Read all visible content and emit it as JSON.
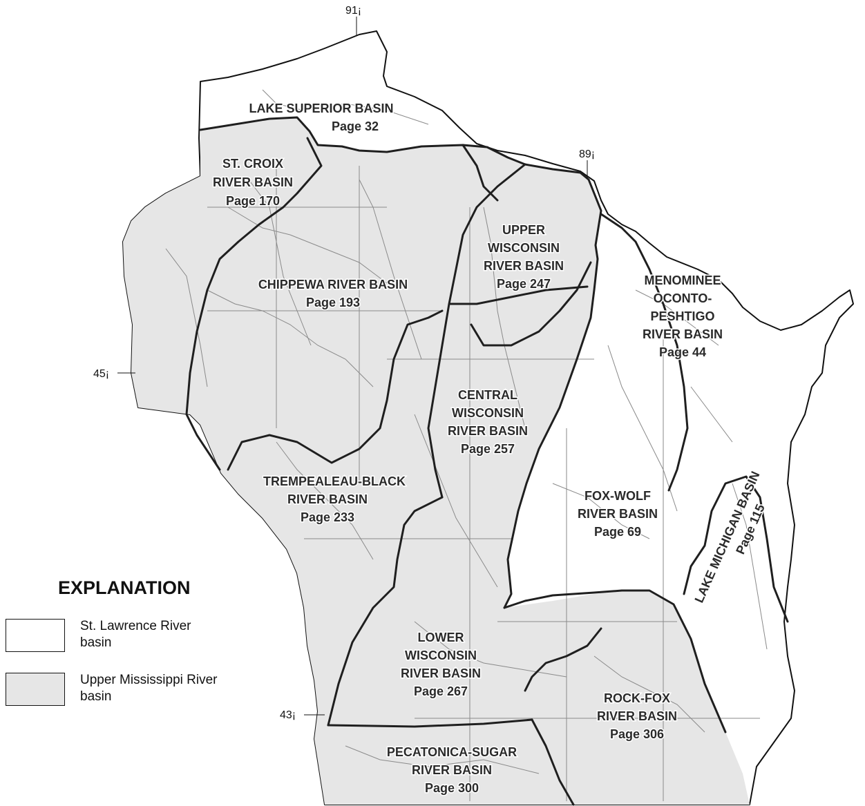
{
  "colors": {
    "st_lawrence": "#ffffff",
    "upper_mississippi": "#e6e6e6",
    "boundary": "#1f1f1f",
    "rivers": "#8a8a8a"
  },
  "coordinates": {
    "lon91": "91¡",
    "lon89": "89¡",
    "lat45": "45¡",
    "lat43": "43¡"
  },
  "basins": {
    "lake_superior": {
      "l1": "LAKE SUPERIOR  BASIN",
      "l2": "Page 32"
    },
    "st_croix": {
      "l1": "ST. CROIX",
      "l2": "RIVER BASIN",
      "l3": "Page 170"
    },
    "upper_wisconsin": {
      "l1": "UPPER",
      "l2": "WISCONSIN",
      "l3": "RIVER BASIN",
      "l4": "Page 247"
    },
    "chippewa": {
      "l1": "CHIPPEWA RIVER BASIN",
      "l2": "Page 193"
    },
    "menominee": {
      "l1": "MENOMINEE",
      "l2": "OCONTO-",
      "l3": "PESHTIGO",
      "l4": "RIVER BASIN",
      "l5": "Page 44"
    },
    "central_wisconsin": {
      "l1": "CENTRAL",
      "l2": "WISCONSIN",
      "l3": "RIVER BASIN",
      "l4": "Page 257"
    },
    "trempealeau": {
      "l1": "TREMPEALEAU-BLACK",
      "l2": "RIVER BASIN",
      "l3": "Page 233"
    },
    "fox_wolf": {
      "l1": "FOX-WOLF",
      "l2": "RIVER BASIN",
      "l3": "Page 69"
    },
    "lake_michigan": {
      "l1": "LAKE MICHIGAN BASIN",
      "l2": "Page 115"
    },
    "lower_wisconsin": {
      "l1": "LOWER",
      "l2": "WISCONSIN",
      "l3": "RIVER BASIN",
      "l4": "Page 267"
    },
    "rock_fox": {
      "l1": "ROCK-FOX",
      "l2": "RIVER BASIN",
      "l3": "Page 306"
    },
    "pecatonica": {
      "l1": "PECATONICA-SUGAR",
      "l2": "RIVER BASIN",
      "l3": "Page 300"
    }
  },
  "legend": {
    "title": "EXPLANATION",
    "items": [
      {
        "label": "St. Lawrence River\n   basin",
        "color": "#ffffff"
      },
      {
        "label": "Upper Mississippi River\n   basin",
        "color": "#e6e6e6"
      }
    ]
  }
}
